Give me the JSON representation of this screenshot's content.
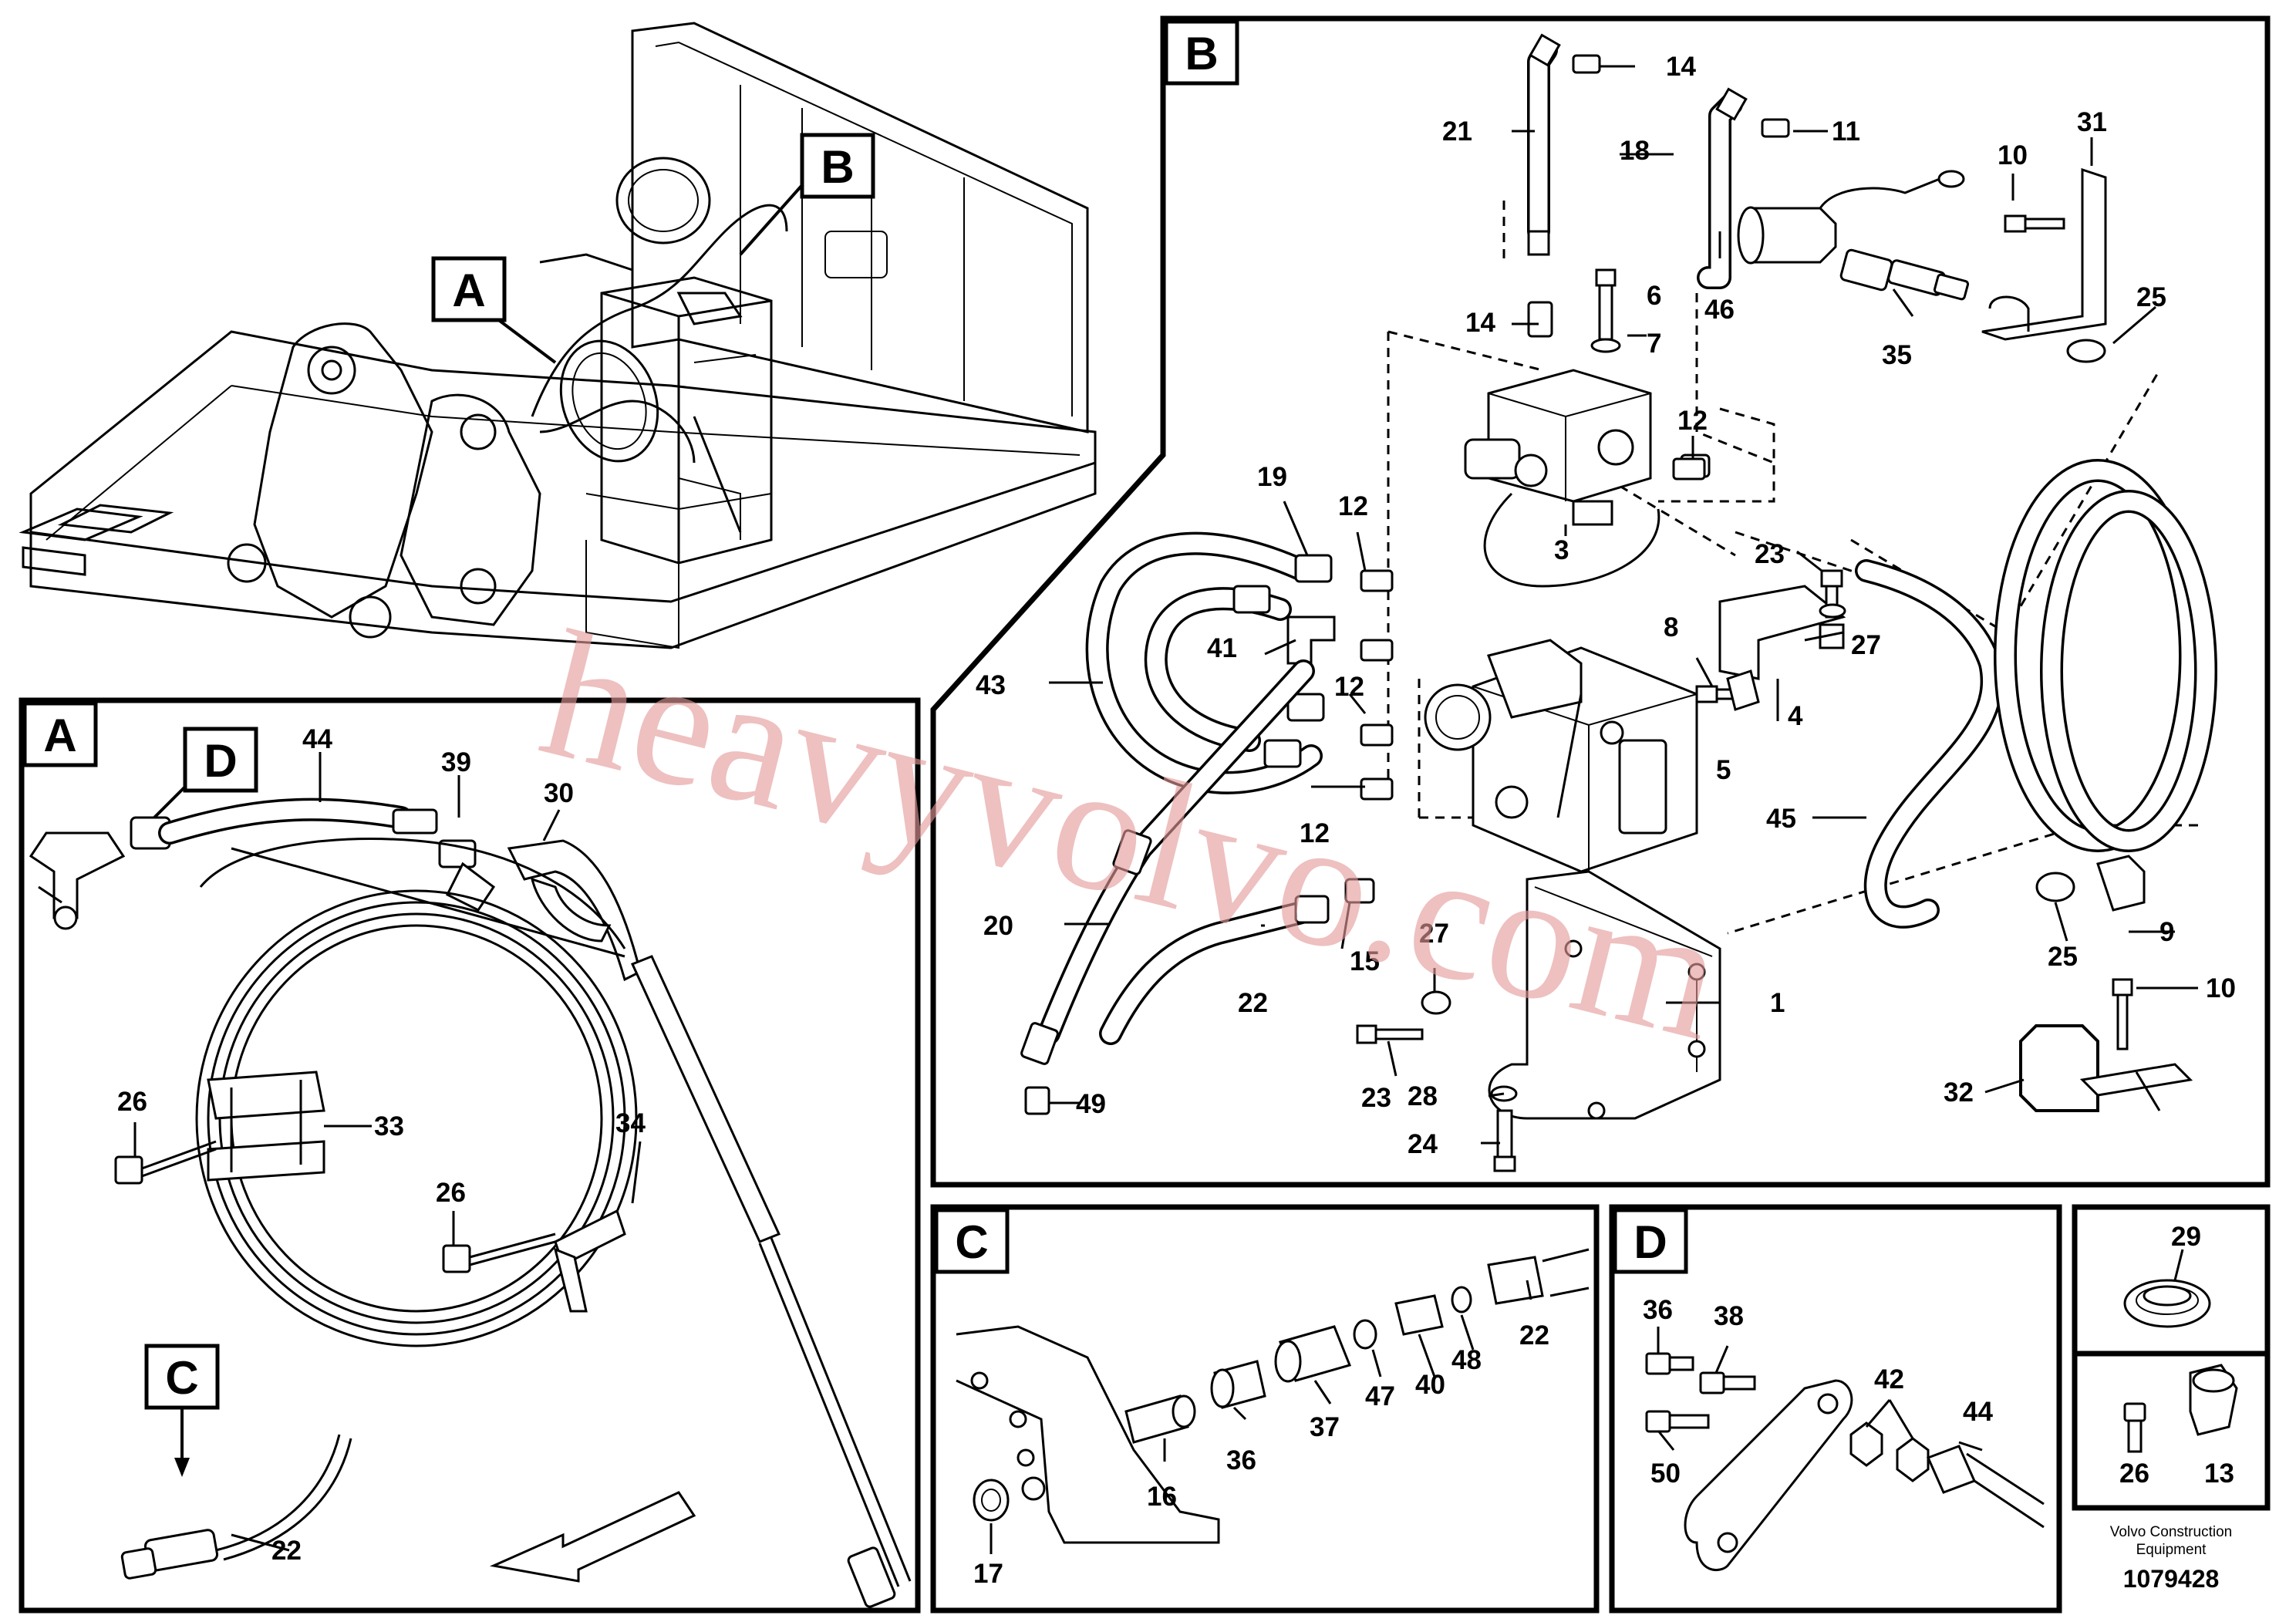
{
  "watermark": "heavyvolvo.com",
  "publisher_line1": "Volvo Construction",
  "publisher_line2": "Equipment",
  "drawing_number": "1079428",
  "section_tags": {
    "overview_a": "A",
    "overview_b": "B",
    "panel_a": "A",
    "panel_a_d": "D",
    "panel_a_c": "C",
    "panel_b": "B",
    "panel_c": "C",
    "panel_d": "D"
  },
  "panel_b_labels": [
    "14",
    "21",
    "18",
    "11",
    "10",
    "31",
    "6",
    "7",
    "46",
    "25",
    "14",
    "35",
    "12",
    "19",
    "12",
    "3",
    "23",
    "43",
    "41",
    "8",
    "27",
    "12",
    "4",
    "5",
    "12",
    "45",
    "20",
    "15",
    "27",
    "22",
    "1",
    "9",
    "25",
    "10",
    "23",
    "28",
    "32",
    "49",
    "24"
  ],
  "panel_a_labels": [
    "44",
    "39",
    "30",
    "26",
    "33",
    "34",
    "26",
    "22"
  ],
  "panel_c_labels": [
    "22",
    "48",
    "40",
    "47",
    "37",
    "36",
    "16",
    "17"
  ],
  "panel_d_labels": [
    "36",
    "38",
    "42",
    "44",
    "50"
  ],
  "side_labels": [
    "29",
    "26",
    "13"
  ]
}
